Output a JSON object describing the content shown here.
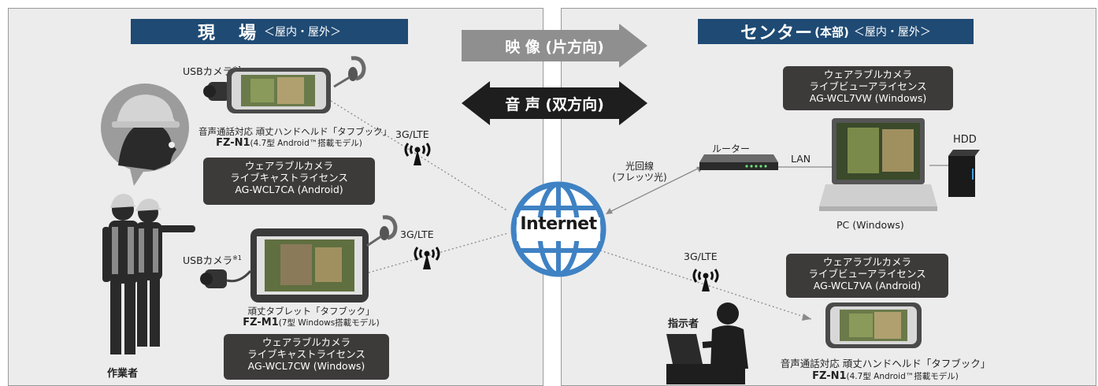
{
  "left": {
    "title": "現　場",
    "location": "＜屋内・屋外＞",
    "usb1": "USBカメラ",
    "usb1_note": "※1",
    "device1_line1": "音声通話対応 頑丈ハンドヘルド「タフブック」",
    "device1_line2a": "FZ-N1",
    "device1_line2b": "(4.7型 Android™搭載モデル)",
    "lic1": [
      "ウェアラブルカメラ",
      "ライブキャストライセンス",
      "AG-WCL7CA (Android)"
    ],
    "net1": "3G/LTE",
    "usb2": "USBカメラ",
    "usb2_note": "※1",
    "device2_line1": "頑丈タブレット「タフブック」",
    "device2_line2a": "FZ-M1",
    "device2_line2b": "(7型 Windows搭載モデル)",
    "lic2": [
      "ウェアラブルカメラ",
      "ライブキャストライセンス",
      "AG-WCL7CW (Windows)"
    ],
    "net2": "3G/LTE",
    "worker": "作業者"
  },
  "arrows": {
    "video": "映 像 (片方向)",
    "audio": "音 声 (双方向)"
  },
  "internet": "Internet",
  "right": {
    "title": "センター",
    "title_sub": "(本部)",
    "location": "＜屋内・屋外＞",
    "lic_pc": [
      "ウェアラブルカメラ",
      "ライブビューアライセンス",
      "AG-WCL7VW (Windows)"
    ],
    "router": "ルーター",
    "fiber_line1": "光回線",
    "fiber_line2": "(フレッツ光)",
    "lan": "LAN",
    "hdd": "HDD",
    "pc": "PC (Windows)",
    "net": "3G/LTE",
    "lic_android": [
      "ウェアラブルカメラ",
      "ライブビューアライセンス",
      "AG-WCL7VA (Android)"
    ],
    "instructor": "指示者",
    "device_line1": "音声通話対応 頑丈ハンドヘルド「タフブック」",
    "device_line2a": "FZ-N1",
    "device_line2b": "(4.7型 Android™搭載モデル)"
  }
}
